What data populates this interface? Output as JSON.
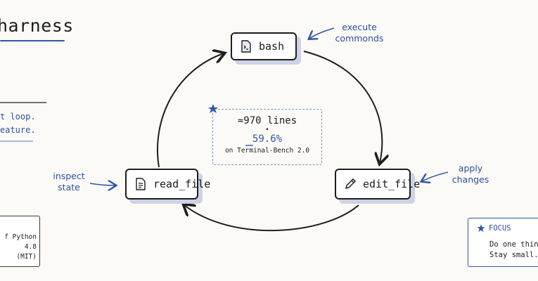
{
  "title": "harness",
  "tools": {
    "bash": "bash",
    "read_file": "read_file",
    "edit_file": "edit_file"
  },
  "notes": {
    "bash": [
      "execute",
      "commonds"
    ],
    "read_file": [
      "inspect",
      "state"
    ],
    "edit_file": [
      "apply",
      "changes"
    ]
  },
  "center": {
    "lines": "≈970 lines",
    "dot": "•",
    "score": "59.6%",
    "benchmark": "on Terminal-Bench 2.0"
  },
  "left_text": [
    "t loop.",
    "eature."
  ],
  "left_box": [
    "f Python",
    "4.8",
    "(MIT)"
  ],
  "focus": {
    "label": "FOCUS",
    "lines": [
      "Do one thing",
      "Stay small. S"
    ]
  },
  "colors": {
    "accent": "#2f57a6",
    "ink": "#1d1d1d",
    "shadow": "#cdd3e6",
    "background": "#fbfaf6"
  },
  "icons": {
    "bash": "terminal-doc-icon",
    "read_file": "document-icon",
    "edit_file": "pencil-icon",
    "star": "star-icon"
  }
}
